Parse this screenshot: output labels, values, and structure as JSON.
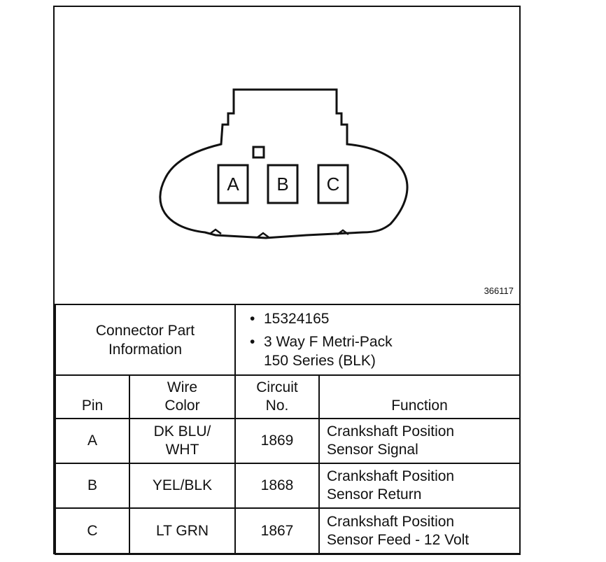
{
  "figure_number": "366117",
  "connector": {
    "pins": [
      "A",
      "B",
      "C"
    ]
  },
  "part_info": {
    "label": "Connector Part\nInformation",
    "items": [
      "15324165",
      "3 Way F Metri-Pack\n150 Series (BLK)"
    ]
  },
  "headers": {
    "pin": "Pin",
    "wire_color": "Wire\nColor",
    "circuit": "Circuit\nNo.",
    "function": "Function"
  },
  "rows": [
    {
      "pin": "A",
      "wire_color": "DK BLU/\nWHT",
      "circuit": "1869",
      "function": "Crankshaft Position\nSensor Signal"
    },
    {
      "pin": "B",
      "wire_color": "YEL/BLK",
      "circuit": "1868",
      "function": "Crankshaft Position\nSensor Return"
    },
    {
      "pin": "C",
      "wire_color": "LT GRN",
      "circuit": "1867",
      "function": "Crankshaft Position\nSensor Feed - 12 Volt"
    }
  ]
}
